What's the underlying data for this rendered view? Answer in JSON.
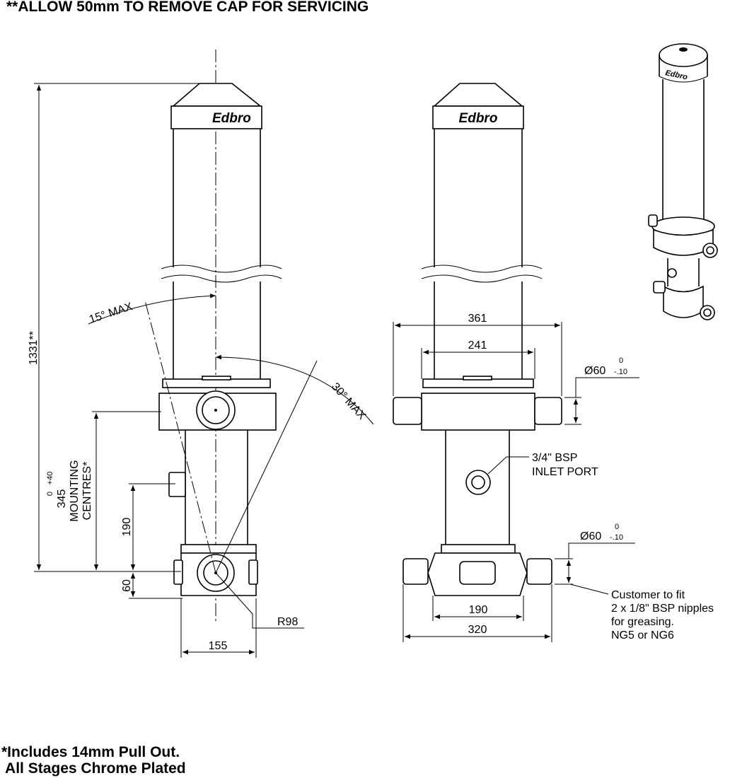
{
  "notes": {
    "top": "**ALLOW 50mm TO REMOVE CAP FOR SERVICING",
    "bottom_1": "*Includes 14mm Pull Out.",
    "bottom_2": " All Stages Chrome Plated"
  },
  "brand": "Edbro",
  "dimensions": {
    "overall_height": "1331**",
    "mounting_centres_value": "345",
    "mounting_centres_tol_upper": "+40",
    "mounting_centres_tol_lower": "0",
    "mounting_centres_label_1": "MOUNTING",
    "mounting_centres_label_2": "CENTRES*",
    "d190_side": "190",
    "d60_side": "60",
    "d155": "155",
    "r98": "R98",
    "angle_15": "15° MAX",
    "angle_30": "30° MAX",
    "d361": "361",
    "d241": "241",
    "dia_top": "Ø60",
    "dia_top_tol_upper": "0",
    "dia_top_tol_lower": "-.10",
    "dia_bottom": "Ø60",
    "dia_bottom_tol_upper": "0",
    "dia_bottom_tol_lower": "-.10",
    "d190_front": "190",
    "d320": "320"
  },
  "callouts": {
    "inlet_1": "3/4\" BSP",
    "inlet_2": "INLET PORT",
    "grease_1": "Customer to fit",
    "grease_2": "2 x 1/8\" BSP nipples",
    "grease_3": "for greasing.",
    "grease_4": "NG5 or NG6"
  }
}
